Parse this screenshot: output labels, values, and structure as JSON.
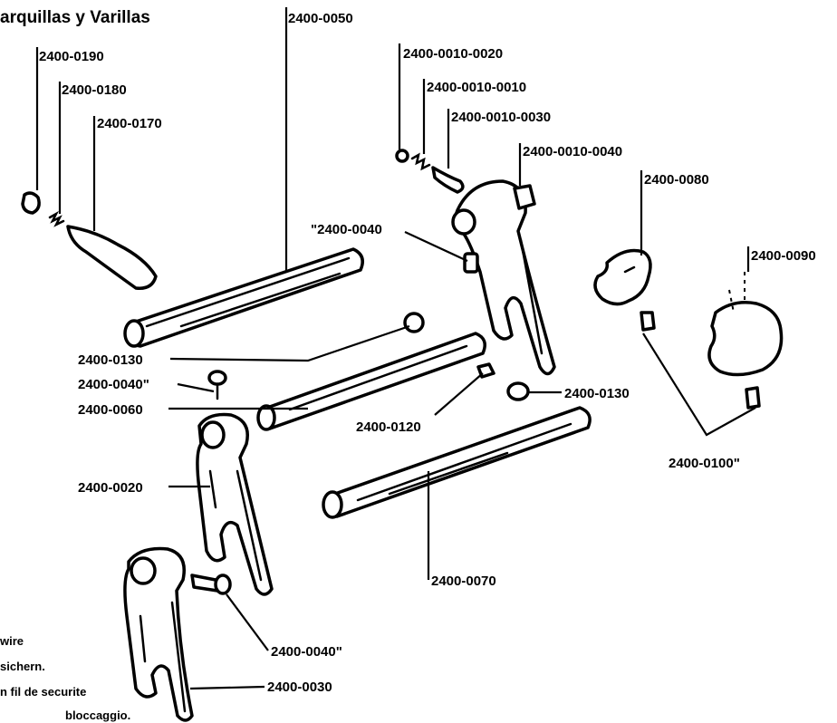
{
  "title": "arquillas y Varillas",
  "notes": [
    "wire",
    "sichern.",
    "n fil de securite",
    "bloccaggio."
  ],
  "labels": {
    "p0050": "2400-0050",
    "p0190": "2400-0190",
    "p0180": "2400-0180",
    "p0170": "2400-0170",
    "p0010_0020": "2400-0010-0020",
    "p0010_0010": "2400-0010-0010",
    "p0010_0030": "2400-0010-0030",
    "p0010_0040": "2400-0010-0040",
    "p0080": "2400-0080",
    "p0090": "2400-0090",
    "p0040_top": "\"2400-0040",
    "p0130_left": "2400-0130",
    "p0040_mid": "2400-0040\"",
    "p0060": "2400-0060",
    "p0120": "2400-0120",
    "p0130_right": "2400-0130",
    "p0100": "2400-0100\"",
    "p0020": "2400-0020",
    "p0070": "2400-0070",
    "p0040_bottom": "2400-0040\"",
    "p0030": "2400-0030"
  }
}
